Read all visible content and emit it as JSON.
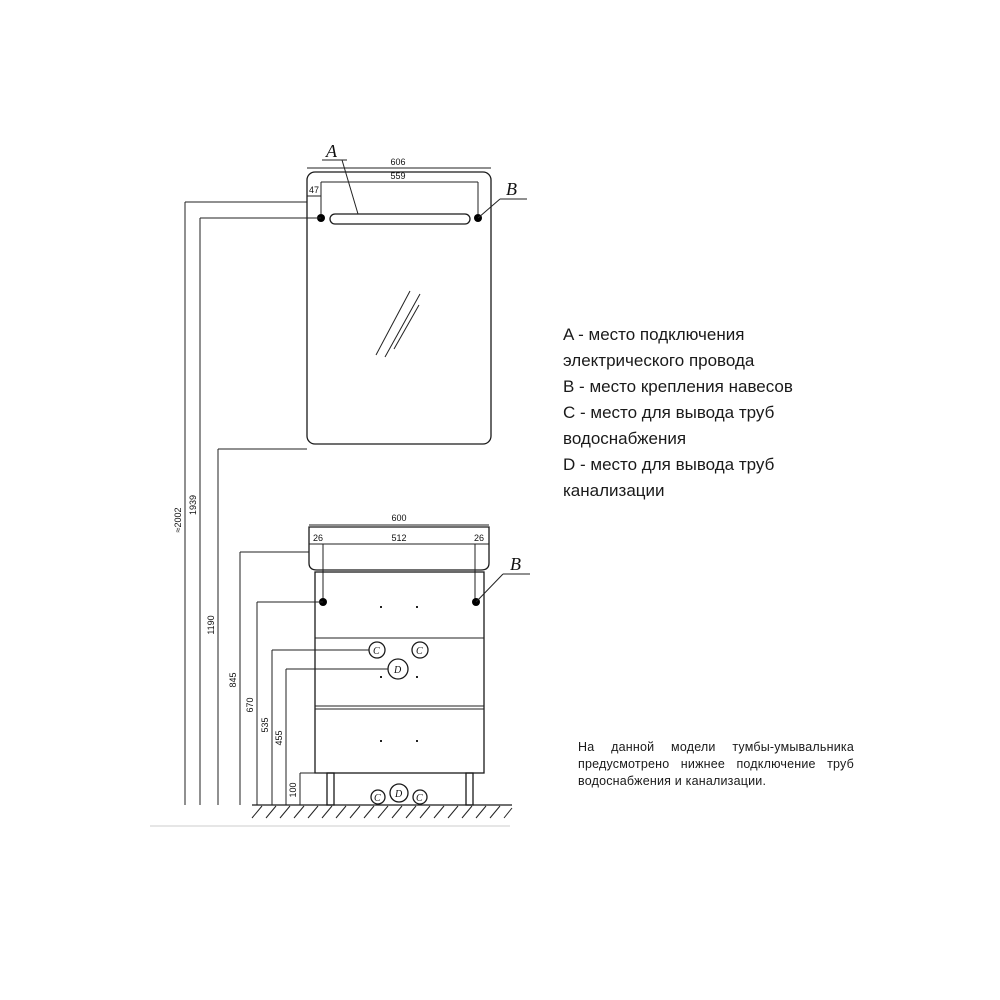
{
  "legend": {
    "lines": [
      "A - место подключения",
      "электрического провода",
      "B - место крепления навесов",
      "C - место для вывода труб",
      "водоснабжения",
      "D - место для вывода труб",
      "канализации"
    ]
  },
  "note": "На данной модели тумбы-умывальника предусмотрено нижнее подключение труб водоснабжения и канализации.",
  "callouts": {
    "a": "A",
    "b_top": "B",
    "b_bottom": "B",
    "c": "C",
    "d": "D"
  },
  "mirror_dims": {
    "total_width": "606",
    "mount_span": "559",
    "edge_offset": "47"
  },
  "cabinet_dims": {
    "total_width": "600",
    "mount_span": "512",
    "left_offset": "26",
    "right_offset": "26"
  },
  "height_dims": {
    "h_2002": "≈2002",
    "h_1939": "1939",
    "h_1190": "1190",
    "h_845": "845",
    "h_670": "670",
    "h_535": "535",
    "h_455": "455",
    "h_100": "100"
  },
  "colors": {
    "line": "#1a1a1a",
    "background": "#ffffff"
  }
}
